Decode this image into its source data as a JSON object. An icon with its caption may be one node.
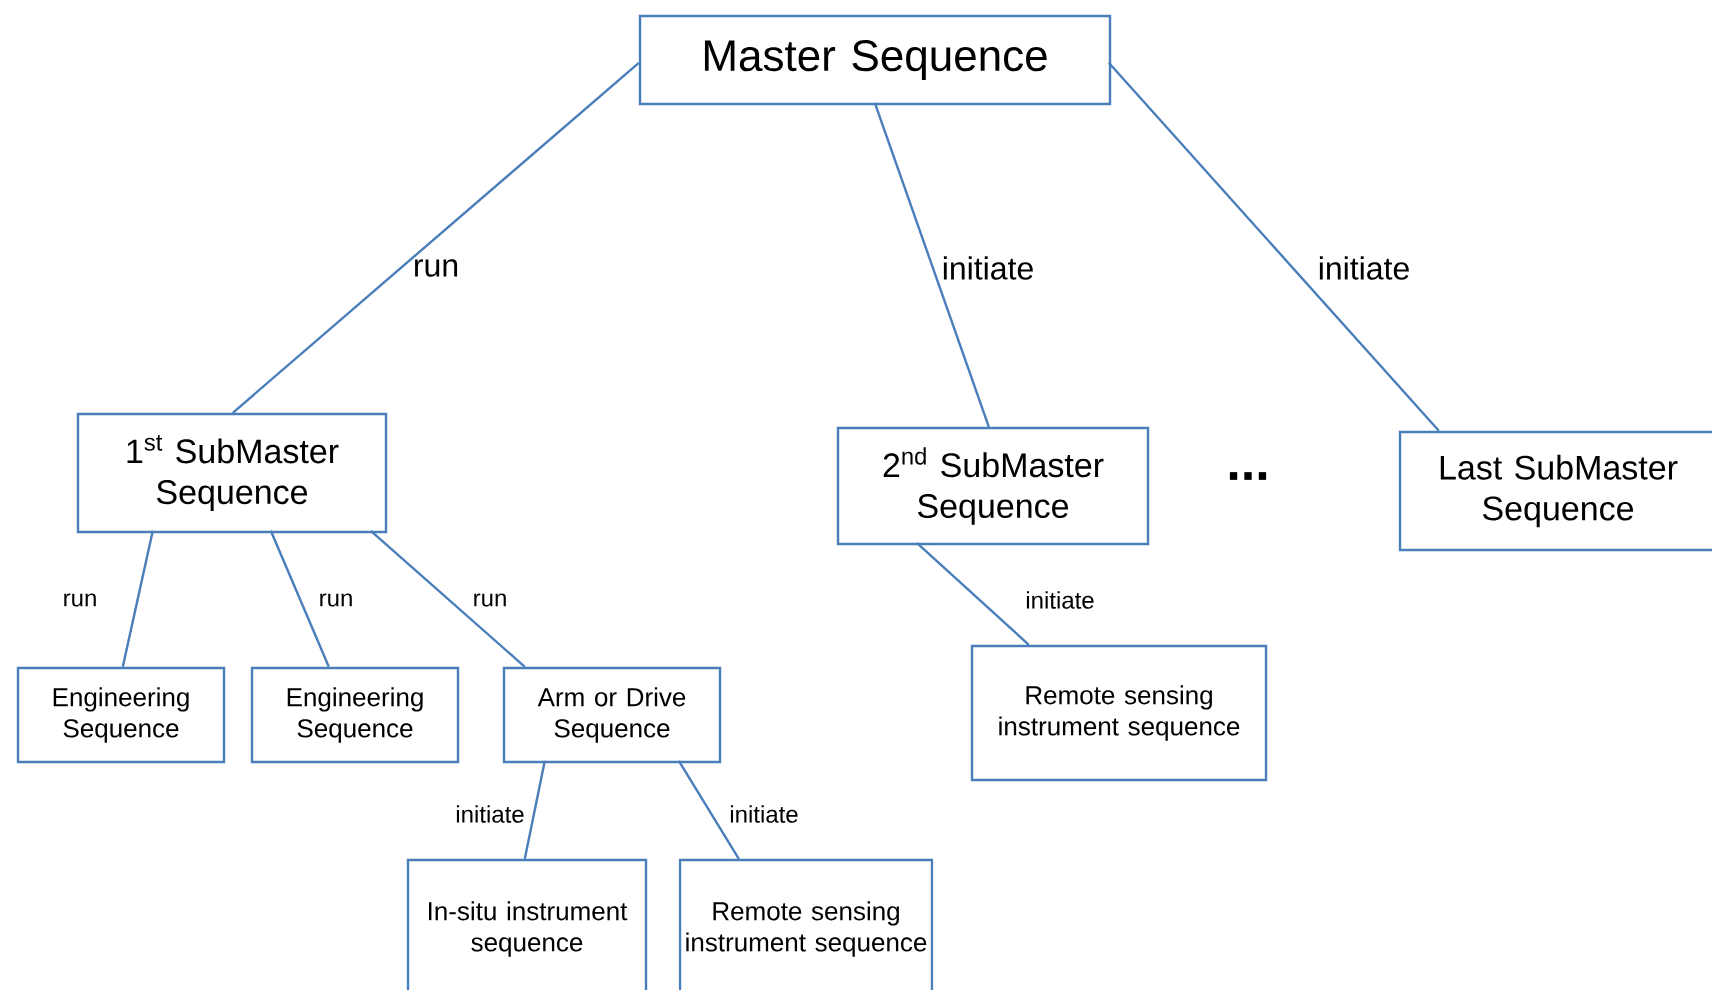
{
  "diagram": {
    "nodes": [
      {
        "text": [
          "Master Sequence"
        ]
      },
      {
        "text": [
          "1$^{st}$ SubMaster Sequence"
        ]
      },
      {
        "text": [
          "2$^{nd}$ SubMaster Sequence"
        ]
      },
      {
        "text": [
          "Last SubMaster Sequence"
        ]
      },
      {
        "text": [
          "Engineering Sequence"
        ]
      },
      {
        "text": [
          "Engineering Sequence"
        ]
      },
      {
        "text": [
          "Arm or Drive Sequence"
        ]
      },
      {
        "text": [
          "Remote sensing instrument sequence"
        ]
      },
      {
        "text": [
          "In-situ instrument sequence"
        ]
      },
      {
        "text": [
          "Remote sensing instrument sequence"
        ]
      }
    ],
    "edges": [
      {
        "from": 0,
        "to": 1,
        "arrow": "none",
        "label": "run"
      },
      {
        "from": 0,
        "to": 2,
        "arrow": "none",
        "label": "initiate"
      },
      {
        "from": 0,
        "to": 3,
        "arrow": "none",
        "label": "initiate"
      },
      {
        "from": 1,
        "to": 4,
        "arrow": "none",
        "label": "run"
      },
      {
        "from": 1,
        "to": 5,
        "arrow": "none",
        "label": "run"
      },
      {
        "from": 1,
        "to": 6,
        "arrow": "none",
        "label": "run"
      },
      {
        "from": 2,
        "to": 7,
        "arrow": "none",
        "label": "initiate"
      },
      {
        "from": 6,
        "to": 8,
        "arrow": "none",
        "label": "initiate"
      },
      {
        "from": 6,
        "to": 9,
        "arrow": "none",
        "label": "initiate"
      }
    ],
    "labels": [
      "..."
    ]
  }
}
